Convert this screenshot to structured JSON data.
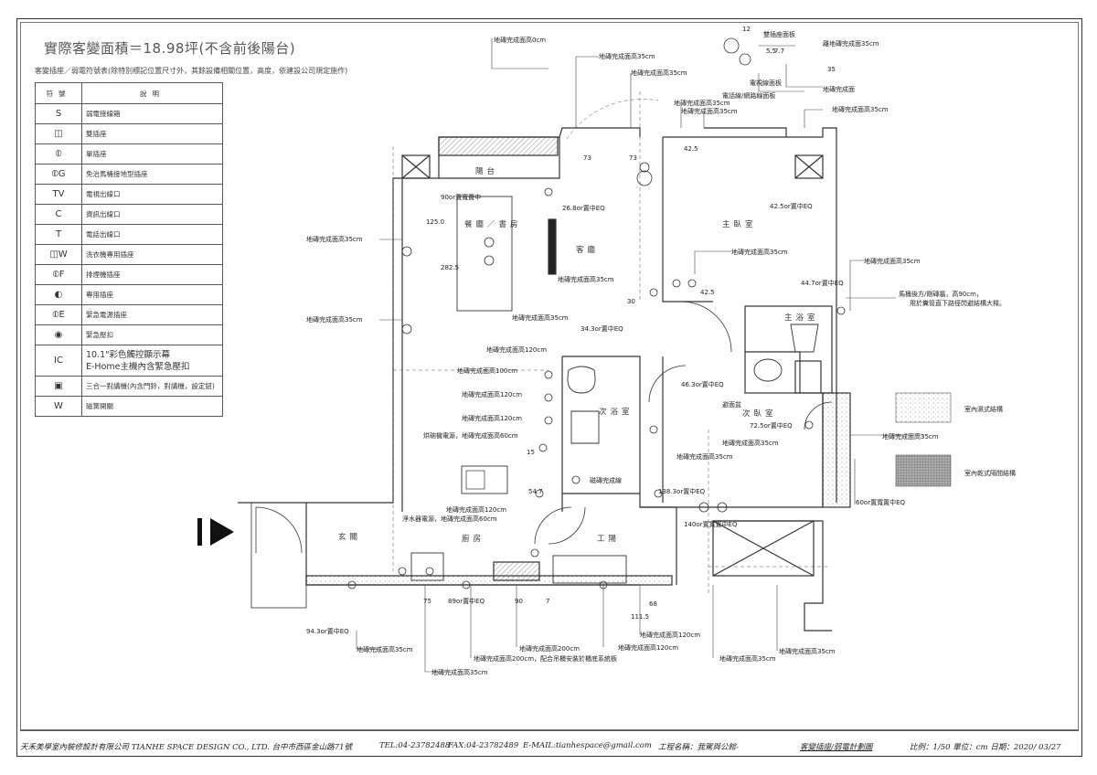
{
  "header": {
    "title": "實際客變面積＝18.98坪(不含前後陽台)",
    "subtitle": "客變插座／弱電符號表(除特別標記位置尺寸外，其餘設備相關位置，高度，依建設公司規定施作)"
  },
  "legend": {
    "col_symbol": "符號",
    "col_desc": "說明",
    "rows": [
      {
        "symbol": "S",
        "desc": "弱電接線箱"
      },
      {
        "symbol": "◫",
        "desc": "雙插座"
      },
      {
        "symbol": "⦶",
        "desc": "單插座"
      },
      {
        "symbol": "⦶G",
        "desc": "免治馬桶接地型插座"
      },
      {
        "symbol": "TV",
        "desc": "電視出線口"
      },
      {
        "symbol": "C",
        "desc": "資訊出線口"
      },
      {
        "symbol": "T",
        "desc": "電話出線口"
      },
      {
        "symbol": "◫W",
        "desc": "洗衣機專用插座"
      },
      {
        "symbol": "⦶F",
        "desc": "排煙機插座"
      },
      {
        "symbol": "◐",
        "desc": "專用插座"
      },
      {
        "symbol": "⦶E",
        "desc": "緊急電源插座"
      },
      {
        "symbol": "◉",
        "desc": "緊急壓扣"
      },
      {
        "symbol": "IC",
        "desc": "10.1\"彩色觸控顯示幕",
        "desc2": "E-Home主機內含緊急壓扣"
      },
      {
        "symbol": "▣",
        "desc": "三合一對講機(內含門鈴，對講機，設定鈕)"
      },
      {
        "symbol": "W",
        "desc": "磁簧開關"
      }
    ]
  },
  "rooms": {
    "balcony": "陽台",
    "dining": "餐廳／書房",
    "living": "客廳",
    "master": "主臥室",
    "master_bath": "主浴室",
    "second_bath": "次浴室",
    "second_bed": "次臥室",
    "entry": "玄關",
    "kitchen": "廚房",
    "utility": "工陽"
  },
  "notes": {
    "toilet": "馬桶後方/剛磚牆，高90cm，",
    "toilet2": "用於糞管直下路徑閃避結構大樑。",
    "wet_struct": "室內濕式結構",
    "dry_struct": "室內乾式隔間結構",
    "dryer": "烘碗機電源，地磚完成面高60cm",
    "purifier": "淨水器電源，地磚完成面高60cm",
    "tile_line": "磁磚完成線",
    "cabinet": "地磚完成面高200cm，配合吊櫃安裝於櫃底系統板",
    "outlet_panel": "雙插座面板",
    "tv_panel": "電視線面板",
    "tel_panel": "電話線/網路線面板",
    "floor_35": "離地磚完成面35cm",
    "floor_surface": "地磚完成面",
    "avoid_beam": "避面盆"
  },
  "labels": {
    "h0": "地磚完成面高0cm",
    "h35": "地磚完成面高35cm",
    "h100": "地磚完成面高100cm",
    "h120": "地磚完成面高120cm",
    "h200": "地磚完成面高200cm",
    "eq90": "90or置寬置中",
    "eq268": "26.8or置中EQ",
    "eq343": "34.3or置中EQ",
    "eq425": "42.5or置中EQ",
    "eq447": "44.7or置中EQ",
    "eq463": "46.3or置中EQ",
    "eq725": "72.5or置中EQ",
    "eq1383": "138.3or置中EQ",
    "eq140": "140or置寬置中EQ",
    "eq600": "60or置寬置中EQ",
    "eq89": "89or置中EQ",
    "eq943": "94.3or置中EQ"
  },
  "dims": {
    "d12": "12",
    "d55": "5.5",
    "d77": "7.7",
    "d35": "35",
    "d73a": "73",
    "d73b": "73",
    "d425a": "42.5",
    "d425b": "42.5",
    "d1250": "125.0",
    "d2825": "282.5",
    "d30": "30",
    "d15": "15",
    "d547": "54.7",
    "d75": "75",
    "d90": "90",
    "d7": "7",
    "d68": "68",
    "d1115": "111.5"
  },
  "footer": {
    "company": "天禾美學室內裝修設計有限公司 TIANHE SPACE DESIGN CO., LTD. 台中市西區金山路71號",
    "tel": "TEL:04-23782488",
    "fax": "FAX:04-23782489",
    "email": "E-MAIL:tianhespace@gmail.com",
    "project": "工程名稱：我駕與公館-",
    "drawing": "客變插座/弱電計劃圖",
    "scale": "比例：1/50 單位：cm 日期：2020/ 03/27"
  },
  "colors": {
    "line": "#333333",
    "hatch": "#888888",
    "text": "#222222"
  }
}
